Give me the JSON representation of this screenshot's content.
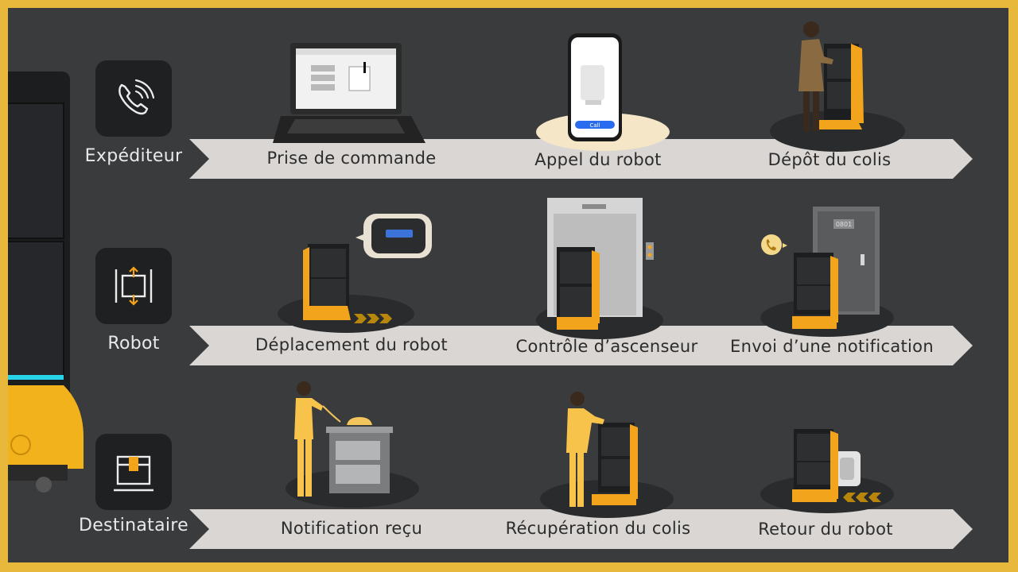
{
  "colors": {
    "frame": "#e7b83c",
    "background": "#393b3d",
    "accent": "#f2a41c",
    "banner": "#d9d6d3",
    "tile": "#1f2021"
  },
  "rows": [
    {
      "role": "Expéditeur",
      "icon": "phone-call-icon",
      "steps": [
        "Prise de commande",
        "Appel du robot",
        "Dépôt du colis"
      ]
    },
    {
      "role": "Robot",
      "icon": "robot-elevator-icon",
      "steps": [
        "Déplacement du robot",
        "Contrôle d’ascenseur",
        "Envoi d’une notification"
      ]
    },
    {
      "role": "Destinataire",
      "icon": "package-box-icon",
      "steps": [
        "Notification reçu",
        "Récupération du colis",
        "Retour du robot"
      ]
    }
  ],
  "illustrations": {
    "phone_button": "Call",
    "door_number": "0801"
  }
}
